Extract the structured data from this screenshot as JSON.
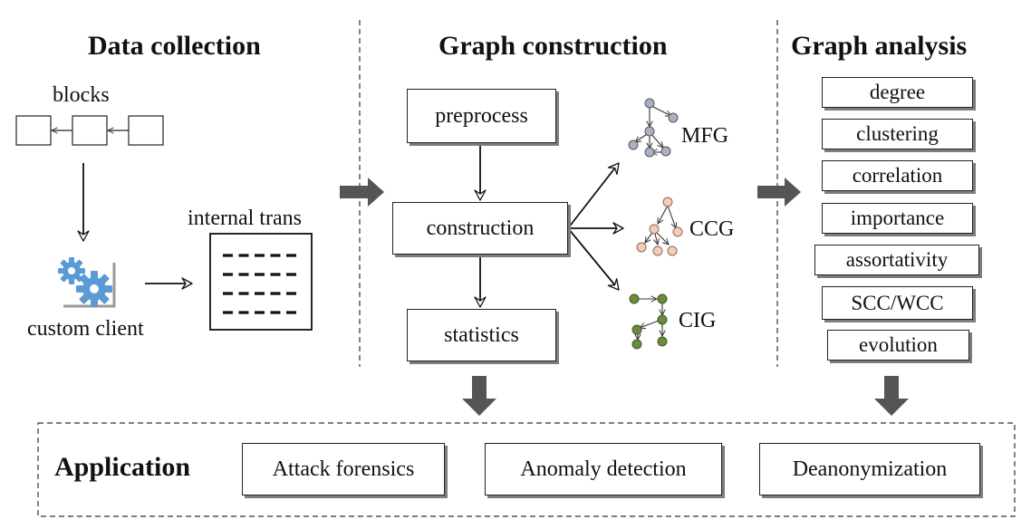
{
  "sections": {
    "data_collection": "Data collection",
    "graph_construction": "Graph construction",
    "graph_analysis": "Graph analysis"
  },
  "data_collection": {
    "blocks_label": "blocks",
    "client_label": "custom client",
    "internal_label": "internal trans"
  },
  "construction": {
    "steps": [
      "preprocess",
      "construction",
      "statistics"
    ],
    "graphs": [
      "MFG",
      "CCG",
      "CIG"
    ]
  },
  "graph_colors": {
    "MFG": "#a9b2c4",
    "CCG": "#f4ccb8",
    "CIG": "#6a8a3c"
  },
  "gear_color": "#5b9bd5",
  "analysis": {
    "items": [
      "degree",
      "clustering",
      "correlation",
      "importance",
      "assortativity",
      "SCC/WCC",
      "evolution"
    ]
  },
  "application": {
    "title": "Application",
    "items": [
      "Attack forensics",
      "Anomaly detection",
      "Deanonymization"
    ]
  }
}
